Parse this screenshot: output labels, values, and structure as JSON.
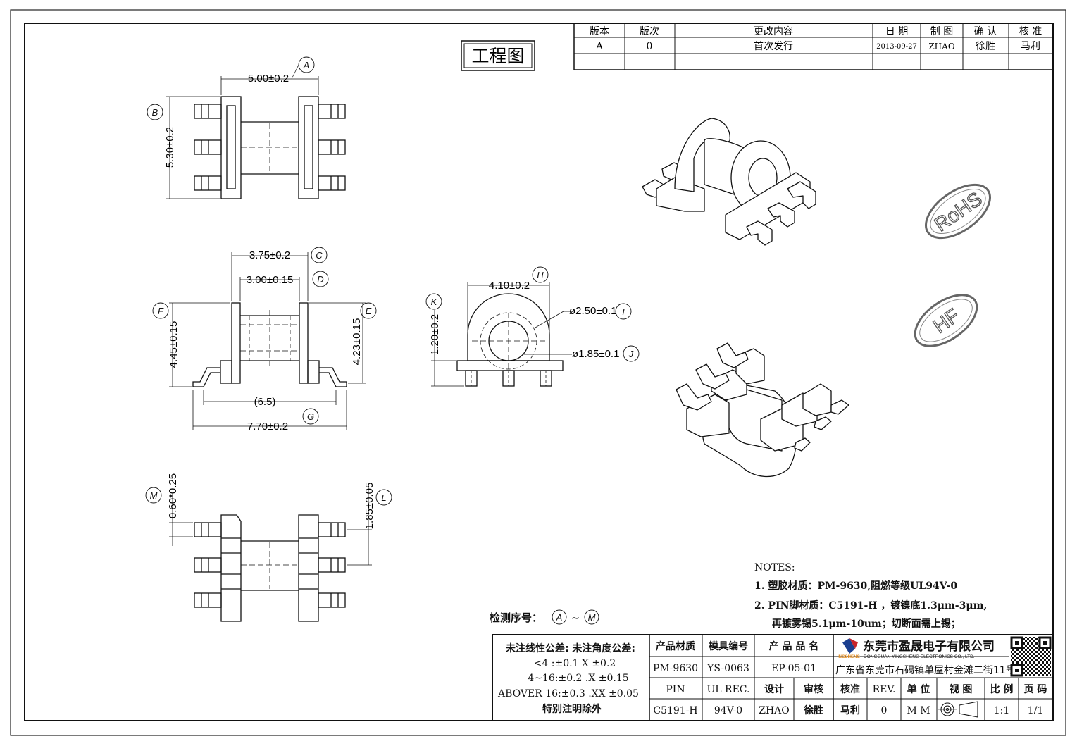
{
  "title_box": "工程图",
  "revision_table": {
    "headers": [
      "版本",
      "版次",
      "更改内容",
      "日 期",
      "制 图",
      "确 认",
      "核 准"
    ],
    "row": [
      "A",
      "0",
      "首次发行",
      "2013-09-27",
      "ZHAO",
      "徐胜",
      "马利"
    ]
  },
  "dimensions": {
    "A": "5.00±0.2",
    "B": "5.30±0.2",
    "C": "3.75±0.2",
    "D": "3.00±0.15",
    "E": "4.23±0.15",
    "F": "4.45±0.15",
    "G": "7.70±0.2",
    "G_ref": "(6.5)",
    "H": "4.10±0.2",
    "I": "ø2.50±0.1",
    "J": "ø1.85±0.1",
    "K": "1.20±0.2",
    "L": "1.85±0.05",
    "M": "0.60*0.25"
  },
  "labels": [
    "A",
    "B",
    "C",
    "D",
    "E",
    "F",
    "G",
    "H",
    "I",
    "J",
    "K",
    "L",
    "M"
  ],
  "stamps": {
    "rohs": "RoHS",
    "hf": "HF"
  },
  "notes": {
    "heading": "NOTES:",
    "line1": "1.  塑胶材质：PM-9630,阻燃等级UL94V-0",
    "line2": "2.  PIN脚材质：C5191-H ，镀镍底1.3μm-3μm,",
    "line3": "再镀雾锡5.1μm-10um；切断面需上锡；"
  },
  "inspection": {
    "label": "检测序号：",
    "from": "A",
    "sep": "~",
    "to": "M"
  },
  "tolerance": {
    "title": "未注线性公差:  未注角度公差:",
    "row1": "<4 :±0.1   X ±0.2",
    "row2": "4~16:±0.2  .X ±0.15",
    "row3": "ABOVER 16:±0.3  .XX ±0.05",
    "row4": "特别注明除外"
  },
  "title_block": {
    "h_material": "产品材质",
    "h_mold": "模具编号",
    "h_name": "产 品 品 名",
    "v_material": "PM-9630",
    "v_mold": "YS-0063",
    "v_name": "EP-05-01",
    "h_pin": "PIN",
    "h_ul": "UL REC.",
    "h_design": "设计",
    "h_review": "审核",
    "v_pin": "C5191-H",
    "v_ul": "94V-0",
    "v_design": "ZHAO",
    "v_review": "徐胜",
    "h_approve": "核准",
    "h_rev": "REV.",
    "h_unit": "单 位",
    "h_view": "视 图",
    "h_scale": "比 例",
    "h_page": "页 码",
    "v_approve": "马利",
    "v_rev": "0",
    "v_unit": "M M",
    "v_scale": "1:1",
    "v_page": "1/1"
  },
  "company": {
    "name": "东莞市盈晟电子有限公司",
    "name_en": "DONGGUAN YINGSHENG ELECTRONICS CO., LTD.",
    "address": "广东省东莞市石碣镇单屋村金滩二街11号",
    "logo_text": "INGSHENG"
  }
}
